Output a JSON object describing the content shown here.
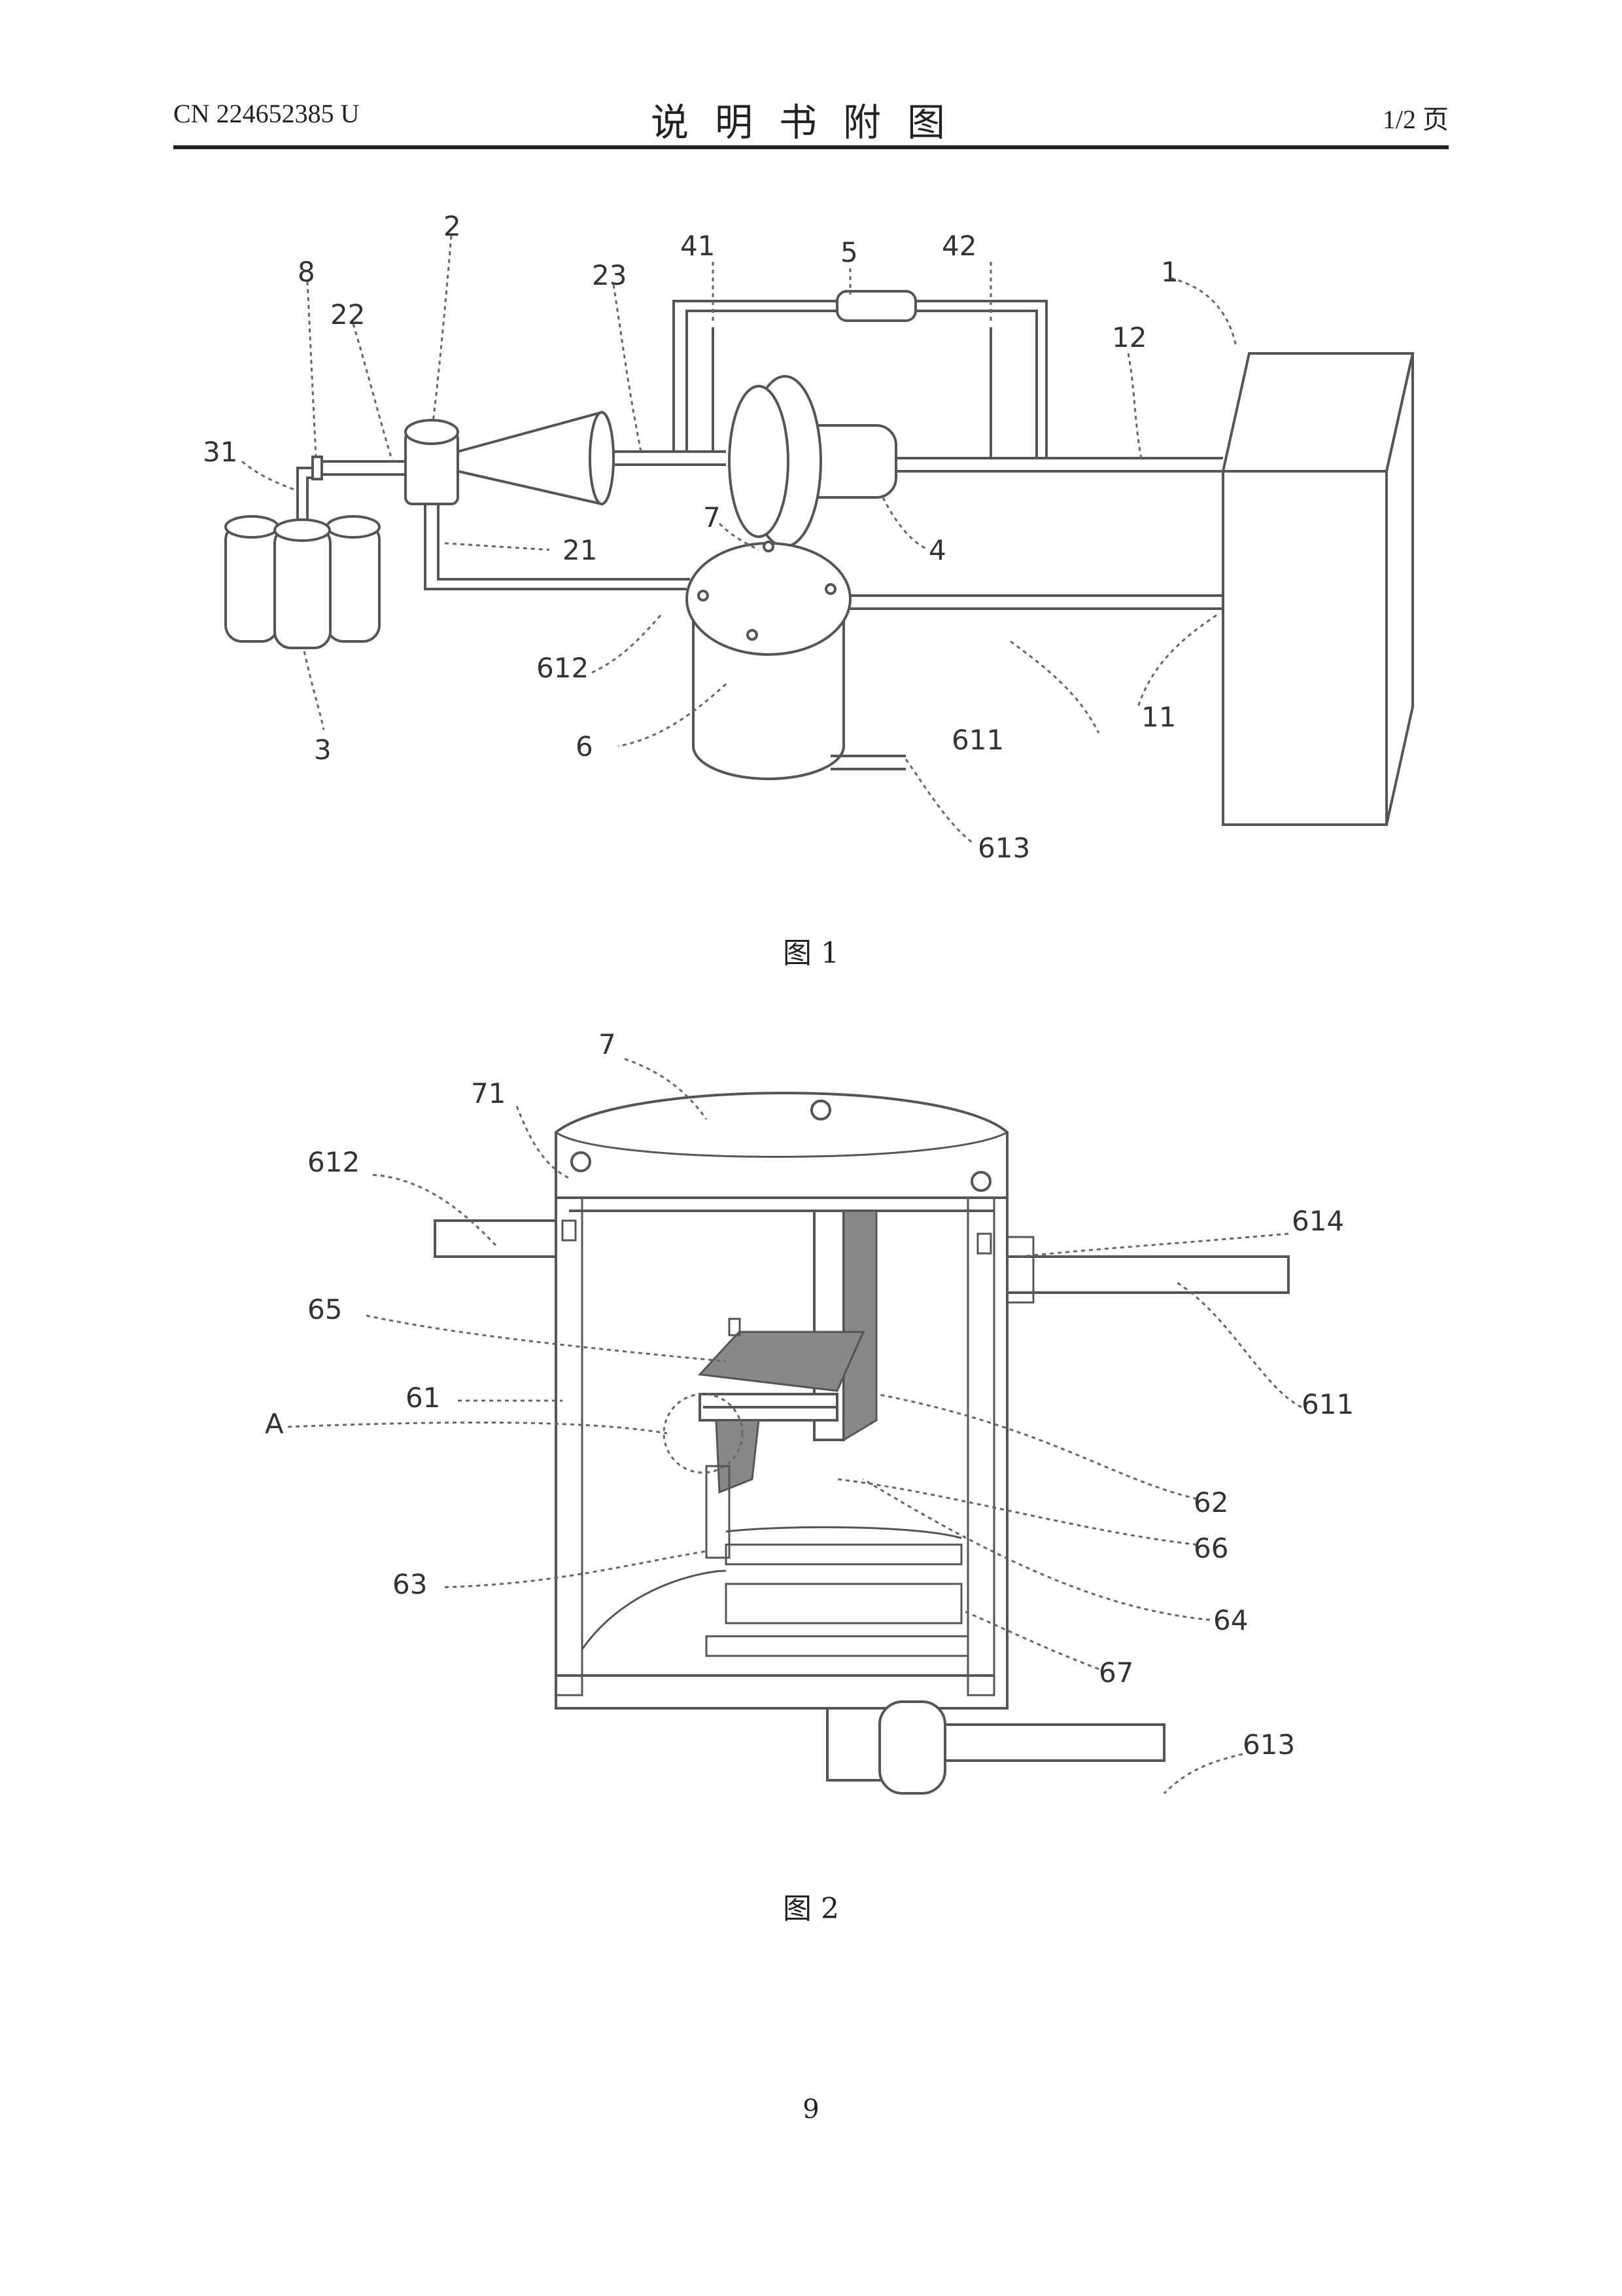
{
  "header": {
    "doc_number": "CN 224652385 U",
    "title": "说明书附图",
    "page_fraction": "1/2 页"
  },
  "figure1": {
    "caption": "图 1",
    "labels": [
      "1",
      "2",
      "3",
      "4",
      "5",
      "6",
      "7",
      "8",
      "11",
      "12",
      "21",
      "22",
      "23",
      "31",
      "41",
      "42",
      "611",
      "612",
      "613"
    ]
  },
  "figure2": {
    "caption": "图 2",
    "labels": [
      "7",
      "71",
      "612",
      "614",
      "65",
      "61",
      "A",
      "611",
      "62",
      "66",
      "63",
      "64",
      "67",
      "613"
    ]
  },
  "footer": {
    "page_number": "9"
  }
}
